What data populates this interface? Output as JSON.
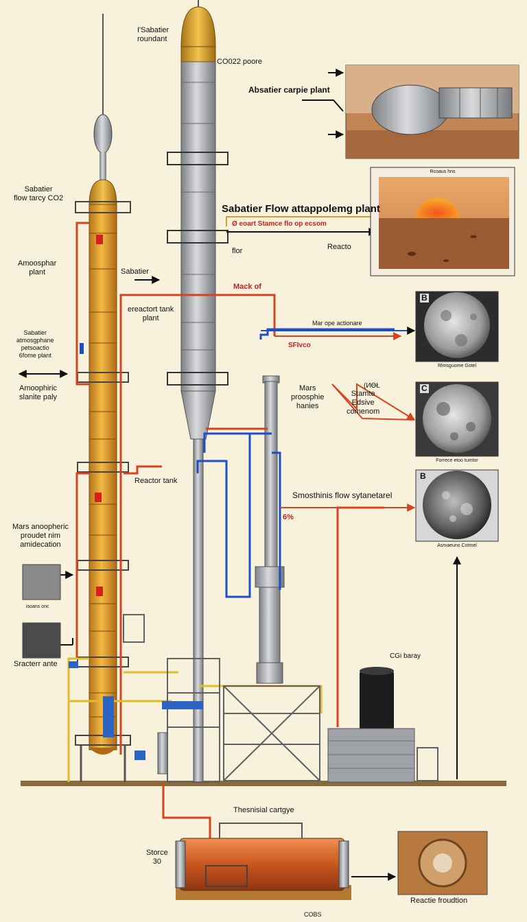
{
  "labels": {
    "sabatier_roundant": "I'Sabatier\nroundant",
    "co2_poore": "CO022 poore",
    "absatier_plant": "Absatier carpie plant",
    "sabatier_flow_co2": "Sabatier\nflow tarcy CO2",
    "sabatier_flow_plant": "Sabatier Flow attappolemg plant",
    "stamce_flo": "Ø eoart Stamce flo op ecsom",
    "flor": "flor",
    "reacto": "Reacto",
    "amosphar_plant": "Amoosphar\nplant",
    "sabatier_arrow": "Sabatier",
    "mack_of": "Mack of",
    "reactor_tank_plant": "ereactort tank\nplant",
    "mar_opo": "Mar ope actionare",
    "sfivco": "SFIvco",
    "sabatier_atmosphere": "Sabatier\natmosgphane\npetsoactio\n6fome plant",
    "amophic_stanite": "Amoophiric\nslanite paly",
    "mars_proosphie": "Mars\nproosphie\nhanies",
    "stamte_edisive": "Stamte\nEdsive\ncomenom",
    "vzol": "(ИӨŁ",
    "reactor_tank": "Reactor tank",
    "smosthinis_flow": "Smosthinis flow sytanetarel",
    "percent": "6%",
    "mars_anoopheric": "Mars anoopheric\nproudet nim\namidecation",
    "isoans_onc": "isoans onc",
    "sracterr_ante": "Sracterr ante",
    "cgi_baray": "CGi baray",
    "thermal_cartgye": "Thesnisial cartgye",
    "storce": "Storce\n30",
    "cobs": "COBS",
    "reactie_frocudtion": "Reactie froudtion"
  },
  "panels": {
    "sunset_heading": "Rcoaus hns",
    "moon1_letter": "B",
    "moon1_caption": "Rlmsguome Gotel",
    "moon2_letter": "C",
    "moon2_caption": "Forrece etoo tumtor",
    "moon3_letter": "B",
    "moon3_caption": "Asmaeuno Cotmel"
  },
  "colors": {
    "background": "#f8f1dc",
    "column": "#e4a12a",
    "steel": "#a9acb0",
    "red_pipe": "#d6431f",
    "blue_pipe": "#1d4fc4",
    "yellow_pipe": "#e2bc2a",
    "ground": "#8a6a3a"
  }
}
